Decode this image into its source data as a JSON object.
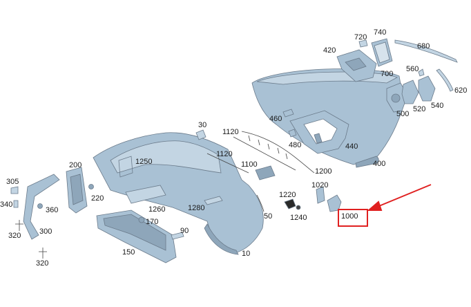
{
  "labels": {
    "p10": "10",
    "p30": "30",
    "p50": "50",
    "p90": "90",
    "p150": "150",
    "p170": "170",
    "p200": "200",
    "p220": "220",
    "p300": "300",
    "p305": "305",
    "p320a": "320",
    "p320b": "320",
    "p340": "340",
    "p360": "360",
    "p400": "400",
    "p420": "420",
    "p440": "440",
    "p460": "460",
    "p480": "480",
    "p500": "500",
    "p520": "520",
    "p540": "540",
    "p560": "560",
    "p620": "620",
    "p680": "680",
    "p700": "700",
    "p720": "720",
    "p740": "740",
    "p1000": "1000",
    "p1020": "1020",
    "p1100": "1100",
    "p1120a": "1120",
    "p1120b": "1120",
    "p1200": "1200",
    "p1220": "1220",
    "p1240": "1240",
    "p1250": "1250",
    "p1260": "1260",
    "p1280": "1280"
  },
  "highlight": {
    "label": "1000",
    "color": "#e02020"
  }
}
